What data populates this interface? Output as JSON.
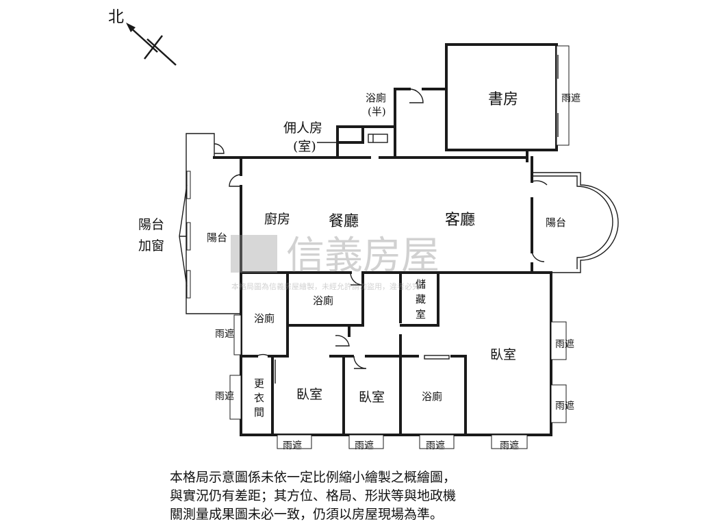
{
  "compass": {
    "north_label": "北"
  },
  "rooms": {
    "study": "書房",
    "half_bath_line1": "浴廁",
    "half_bath_line2": "(半)",
    "servant_line1": "佣人房",
    "servant_line2": "(室)",
    "kitchen": "廚房",
    "dining": "餐廳",
    "living": "客廳",
    "balcony_left": "陽台",
    "balcony_right": "陽台",
    "balcony_window_line1": "陽台",
    "balcony_window_line2": "加窗",
    "bath_upper": "浴廁",
    "bath_left": "浴廁",
    "bath_right": "浴廁",
    "storage_1": "儲",
    "storage_2": "藏",
    "storage_3": "室",
    "closet_1": "更",
    "closet_2": "衣",
    "closet_3": "間",
    "bedroom_left": "臥室",
    "bedroom_middle": "臥室",
    "bedroom_master": "臥室"
  },
  "awnings": {
    "study_right": "雨遮",
    "left_upper": "雨遮",
    "left_lower": "雨遮",
    "right_upper": "雨遮",
    "right_lower": "雨遮",
    "bottom_1": "雨遮",
    "bottom_2": "雨遮",
    "bottom_3": "雨遮",
    "bottom_4": "雨遮"
  },
  "watermark": {
    "brand": "信義房屋",
    "notice": "本格局圖為信義房屋繪製，未經允許請勿盜用，違者必究"
  },
  "disclaimer": {
    "line1": "本格局示意圖係未依一定比例縮小繪製之概繪圖，",
    "line2": "與實況仍有差距；其方位、格局、形狀等與地政機",
    "line3": "關測量成果圖未必一致，仍須以房屋現場為準。"
  },
  "colors": {
    "wall": "#1a1a1a",
    "watermark": "#9a9a9a",
    "background": "#ffffff"
  }
}
